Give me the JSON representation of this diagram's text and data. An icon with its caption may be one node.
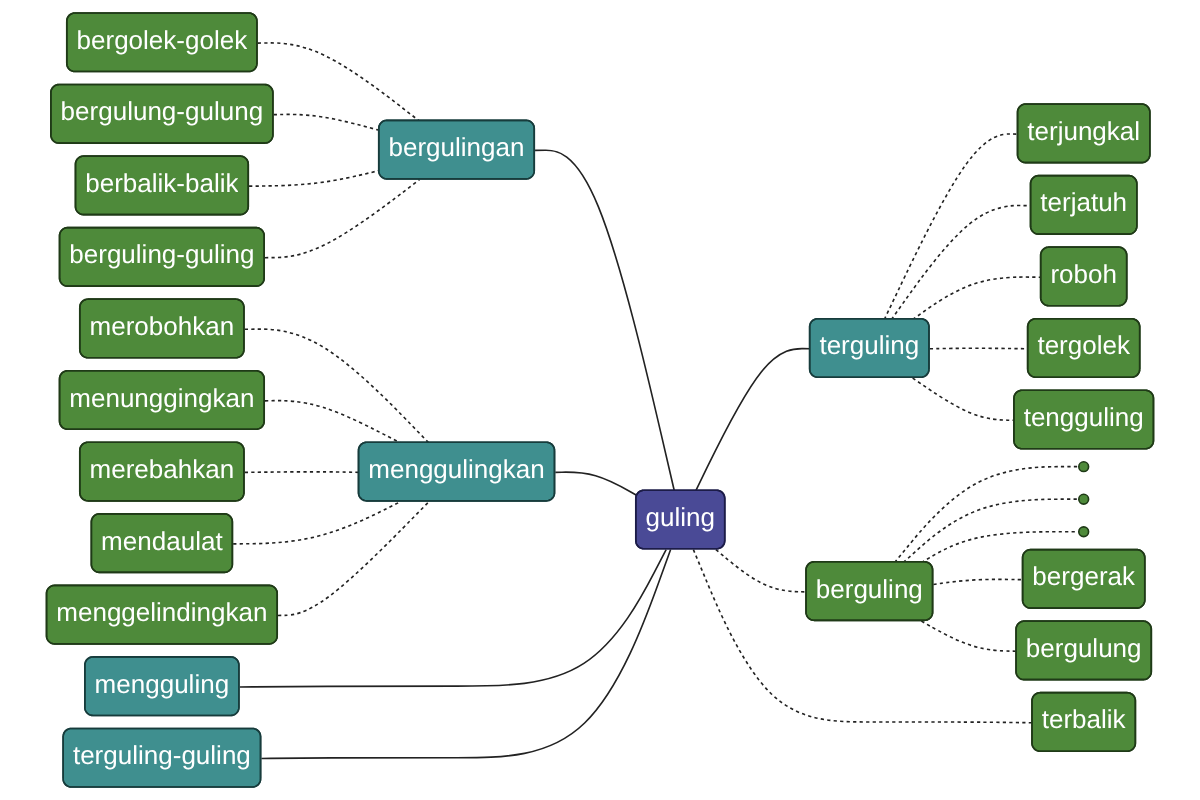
{
  "diagram": {
    "nodes": [
      {
        "text": [],
        "shape": "circle"
      },
      {
        "text": [],
        "shape": "circle"
      },
      {
        "text": [],
        "shape": "circle"
      },
      {
        "text": [
          "bergerak"
        ]
      },
      {
        "text": [
          "bergolek-golek"
        ]
      },
      {
        "text": [
          "berguling"
        ]
      },
      {
        "text": [
          "merobohkan"
        ]
      },
      {
        "text": [
          "terjungkal"
        ]
      },
      {
        "text": [
          "bergulung-gulung"
        ]
      },
      {
        "text": [
          "menunggingkan"
        ]
      },
      {
        "text": [
          "bergulung"
        ]
      },
      {
        "text": [
          "roboh"
        ]
      },
      {
        "text": [
          "terjatuh"
        ]
      },
      {
        "text": [
          "bergulingan"
        ]
      },
      {
        "text": [
          "berbalik-balik"
        ]
      },
      {
        "text": [
          "guling"
        ]
      },
      {
        "text": [
          "menggulingkan"
        ]
      },
      {
        "text": [
          "terguling"
        ]
      },
      {
        "text": [
          "merebahkan"
        ]
      },
      {
        "text": [
          "tergolek"
        ]
      },
      {
        "text": [
          "mengguling"
        ]
      },
      {
        "text": [
          "berguling-guling"
        ]
      },
      {
        "text": [
          "terguling-guling"
        ]
      },
      {
        "text": [
          "tengguling"
        ]
      },
      {
        "text": [
          "mendaulat"
        ]
      },
      {
        "text": [
          "terbalik"
        ]
      },
      {
        "text": [
          "menggelindingkan"
        ]
      }
    ],
    "edges": [
      {
        "from": 13,
        "to": 15,
        "arrow": "none"
      },
      {
        "from": 16,
        "to": 15,
        "arrow": "none"
      },
      {
        "from": 20,
        "to": 15,
        "arrow": "none"
      },
      {
        "from": 22,
        "to": 15,
        "arrow": "none"
      },
      {
        "from": 15,
        "to": 17,
        "arrow": "none"
      },
      {
        "from": 15,
        "to": 5,
        "arrow": "none",
        "style": "dashed"
      },
      {
        "from": 15,
        "to": 25,
        "arrow": "none",
        "style": "dashed"
      },
      {
        "from": 4,
        "to": 13,
        "arrow": "none",
        "style": "dashed"
      },
      {
        "from": 8,
        "to": 13,
        "arrow": "none",
        "style": "dashed"
      },
      {
        "from": 14,
        "to": 13,
        "arrow": "none",
        "style": "dashed"
      },
      {
        "from": 21,
        "to": 13,
        "arrow": "none",
        "style": "dashed"
      },
      {
        "from": 6,
        "to": 16,
        "arrow": "none",
        "style": "dashed"
      },
      {
        "from": 9,
        "to": 16,
        "arrow": "none",
        "style": "dashed"
      },
      {
        "from": 18,
        "to": 16,
        "arrow": "none",
        "style": "dashed"
      },
      {
        "from": 24,
        "to": 16,
        "arrow": "none",
        "style": "dashed"
      },
      {
        "from": 26,
        "to": 16,
        "arrow": "none",
        "style": "dashed"
      },
      {
        "from": 5,
        "to": 0,
        "arrow": "none",
        "style": "dashed"
      },
      {
        "from": 5,
        "to": 1,
        "arrow": "none",
        "style": "dashed"
      },
      {
        "from": 5,
        "to": 2,
        "arrow": "none",
        "style": "dashed"
      },
      {
        "from": 5,
        "to": 3,
        "arrow": "none",
        "style": "dashed"
      },
      {
        "from": 5,
        "to": 10,
        "arrow": "none",
        "style": "dashed"
      },
      {
        "from": 17,
        "to": 7,
        "arrow": "none",
        "style": "dashed"
      },
      {
        "from": 17,
        "to": 12,
        "arrow": "none",
        "style": "dashed"
      },
      {
        "from": 17,
        "to": 11,
        "arrow": "none",
        "style": "dashed"
      },
      {
        "from": 17,
        "to": 19,
        "arrow": "none",
        "style": "dashed"
      },
      {
        "from": 17,
        "to": 23,
        "arrow": "none",
        "style": "dashed"
      }
    ]
  }
}
